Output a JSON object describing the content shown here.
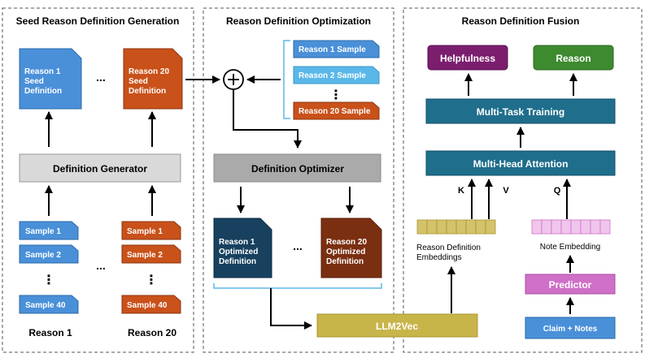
{
  "panels": {
    "seed": {
      "title": "Seed Reason Definition Generation"
    },
    "optimization": {
      "title": "Reason Definition Optimization"
    },
    "fusion": {
      "title": "Reason Definition Fusion"
    }
  },
  "seed": {
    "doc1": [
      "Reason 1",
      "Seed",
      "Definition"
    ],
    "doc20": [
      "Reason 20",
      "Seed",
      "Definition"
    ],
    "ellipsis": "...",
    "generator": "Definition Generator",
    "samples1": [
      "Sample 1",
      "Sample 2",
      "Sample 40"
    ],
    "samples20": [
      "Sample 1",
      "Sample 2",
      "Sample 40"
    ],
    "vdots": "⋮",
    "reason1_label": "Reason 1",
    "reason20_label": "Reason 20"
  },
  "optimization": {
    "sample_list": [
      "Reason 1 Sample",
      "Reason 2 Sample",
      "Reason 20 Sample"
    ],
    "vdots": "⋮",
    "plus": "+",
    "optimizer": "Definition Optimizer",
    "doc1": [
      "Reason 1",
      "Optimized",
      "Definition"
    ],
    "doc20": [
      "Reason 20",
      "Optimized",
      "Definition"
    ],
    "ellipsis": "...",
    "llm2vec": "LLM2Vec"
  },
  "fusion": {
    "helpfulness": "Helpfulness",
    "reason": "Reason",
    "multitask": "Multi-Task Training",
    "attention": "Multi-Head Attention",
    "k": "K",
    "v": "V",
    "q": "Q",
    "reason_emb": [
      "Reason Definition",
      "Embeddings"
    ],
    "note_emb": "Note Embedding",
    "predictor": "Predictor",
    "claim_notes": "Claim + Notes"
  },
  "colors": {
    "blue": "#4a90d9",
    "light_blue": "#5ab8e8",
    "orange": "#c9511a",
    "dark_navy": "#17415f",
    "dark_brown": "#7a2f10",
    "teal": "#1f6e8c",
    "purple": "#7b1e6e",
    "green": "#3d8a2f",
    "magenta": "#cf6fc7",
    "olive": "#c8b54a",
    "grey_light": "#d9d9d9",
    "grey_mid": "#aaaaaa"
  }
}
